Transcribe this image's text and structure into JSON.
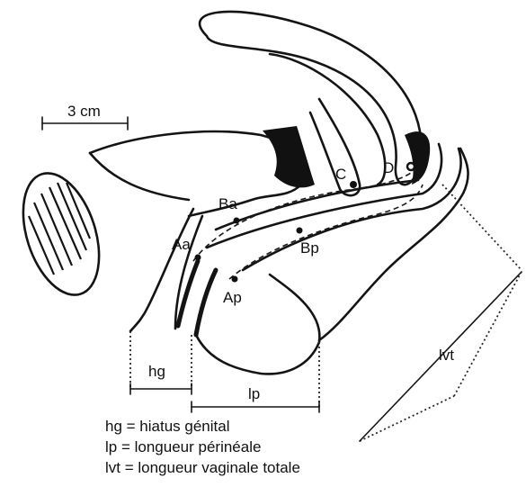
{
  "scale": {
    "label": "3 cm"
  },
  "points": [
    {
      "id": "Aa",
      "label": "Aa"
    },
    {
      "id": "Ba",
      "label": "Ba"
    },
    {
      "id": "C",
      "label": "C"
    },
    {
      "id": "D",
      "label": "D"
    },
    {
      "id": "Ap",
      "label": "Ap"
    },
    {
      "id": "Bp",
      "label": "Bp"
    }
  ],
  "measures": {
    "hg": {
      "label": "hg"
    },
    "lp": {
      "label": "lp"
    },
    "lvt": {
      "label": "lvt"
    }
  },
  "legend": [
    "hg = hiatus génital",
    "lp = longueur périnéale",
    "lvt = longueur vaginale totale"
  ]
}
